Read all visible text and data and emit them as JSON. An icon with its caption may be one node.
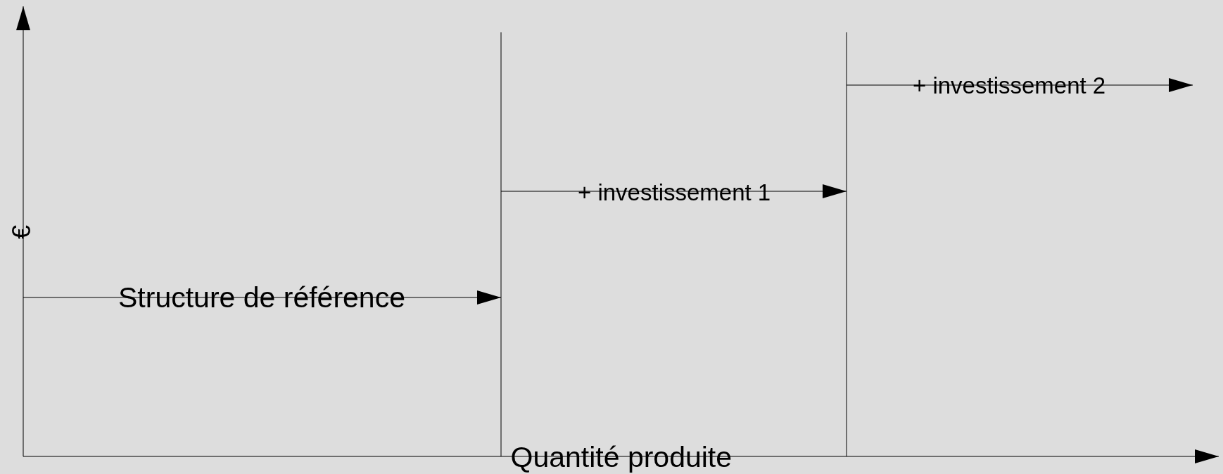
{
  "diagram": {
    "labels": [
      "€",
      "+ investissement 2",
      "+ investissement 1",
      "Structure de référence",
      "Quantité produite"
    ]
  }
}
